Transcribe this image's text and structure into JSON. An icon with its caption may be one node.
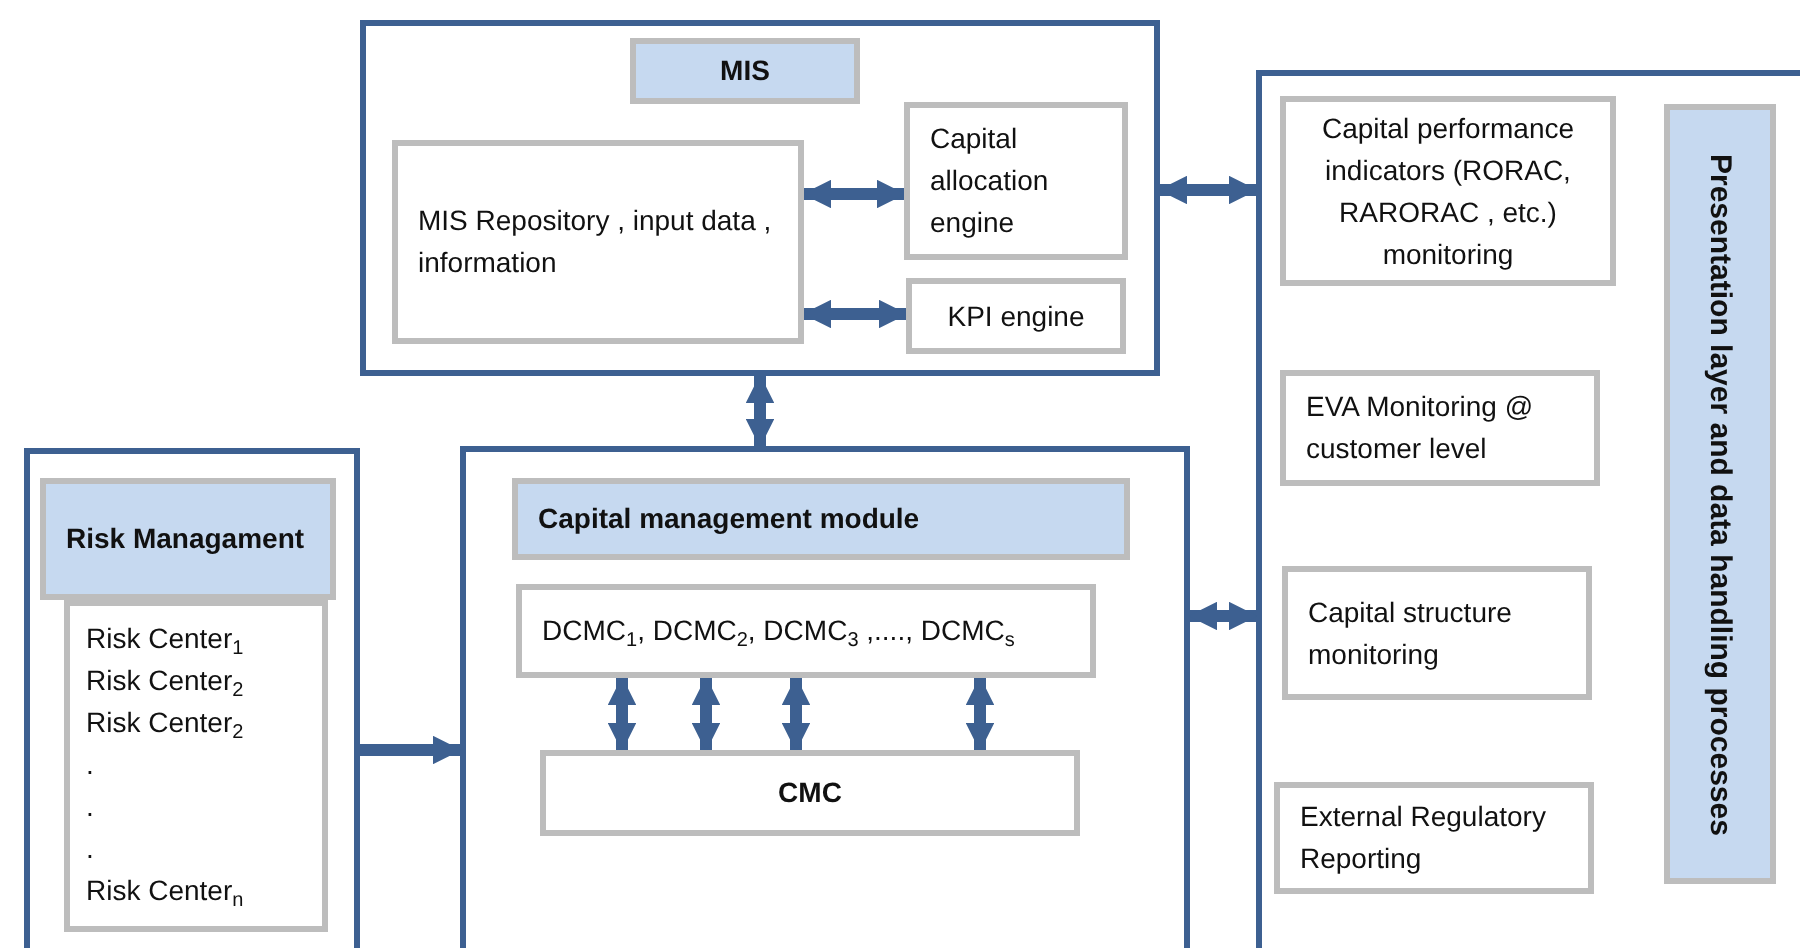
{
  "diagram": {
    "nodes": [
      {
        "text": [],
        "shape": "box"
      },
      {
        "text": [
          "MIS"
        ],
        "in": 0
      },
      {
        "text": [
          "MIS Repository , input data , information"
        ],
        "in": 0
      },
      {
        "text": [
          "Capital allocation engine"
        ],
        "in": 0
      },
      {
        "text": [
          "KPI engine"
        ],
        "in": 0
      },
      {
        "text": [],
        "shape": "box"
      },
      {
        "text": [
          "Risk Managament"
        ],
        "in": 5
      },
      {
        "text": [
          "Risk Center$_{1}$",
          "Risk Center$_{2}$",
          "Risk Center$_{2}$",
          ".",
          ".",
          ".",
          "Risk Center$_{n}$"
        ],
        "in": 5
      },
      {
        "text": [],
        "shape": "box"
      },
      {
        "text": [
          "Capital management module"
        ],
        "in": 8
      },
      {
        "text": [
          "DCMC$_{1}$, DCMC$_{2}$, DCMC$_{3}$ ,...., DCMC$_{s}$"
        ],
        "in": 8
      },
      {
        "text": [
          "CMC"
        ],
        "in": 8
      },
      {
        "text": [],
        "shape": "box"
      },
      {
        "text": [
          "Capital performance indicators (RORAC, RARORAC , etc.) monitoring"
        ],
        "in": 12
      },
      {
        "text": [
          "EVA Monitoring @ customer level"
        ],
        "in": 12
      },
      {
        "text": [
          "Capital structure monitoring"
        ],
        "in": 12
      },
      {
        "text": [
          "External Regulatory Reporting"
        ],
        "in": 12
      },
      {
        "text": [
          "Presentation layer and data handling processes"
        ],
        "in": 12
      }
    ],
    "edges": [
      {
        "from": 2,
        "to": 3,
        "arrow": "both"
      },
      {
        "from": 2,
        "to": 4,
        "arrow": "both"
      },
      {
        "from": 0,
        "to": 8,
        "arrow": "both"
      },
      {
        "from": 0,
        "to": 12,
        "arrow": "both"
      },
      {
        "from": 8,
        "to": 12,
        "arrow": "both"
      },
      {
        "from": 5,
        "to": 8,
        "arrow": "to"
      },
      {
        "from": 10,
        "to": 11,
        "arrow": "both"
      },
      {
        "from": 10,
        "to": 11,
        "arrow": "both"
      },
      {
        "from": 10,
        "to": 11,
        "arrow": "both"
      },
      {
        "from": 10,
        "to": 11,
        "arrow": "both"
      }
    ]
  }
}
